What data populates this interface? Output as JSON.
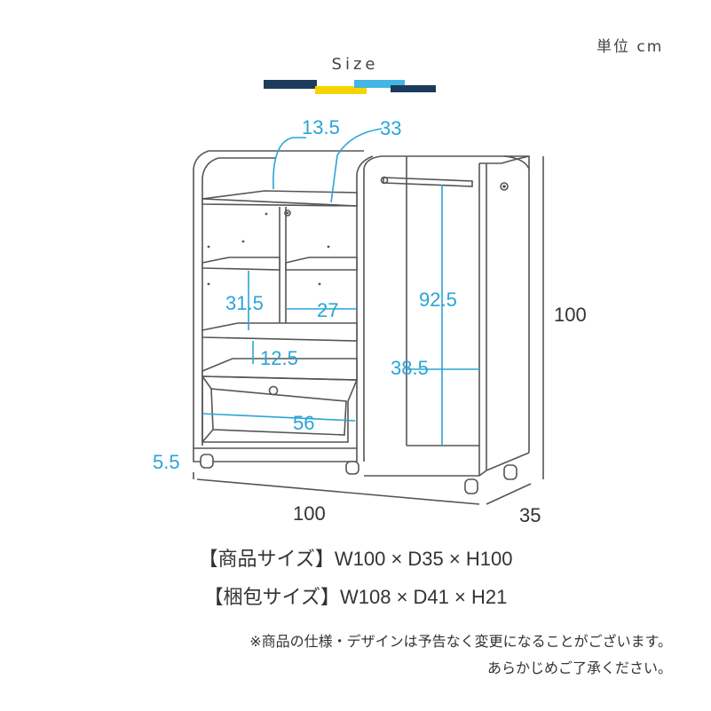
{
  "unit_label": "単位 cm",
  "size_title": "Size",
  "colors": {
    "navy": "#1d3b5c",
    "yellow": "#f5d400",
    "sky": "#45b4e6",
    "dim_blue": "#2aa4d8"
  },
  "dimensions": {
    "top_shelf_depth": "13.5",
    "top_shelf_width": "33",
    "left_cube_height": "31.5",
    "right_cube_width": "27",
    "lower_opening": "12.5",
    "hanger_height": "92.5",
    "hanger_width": "38.5",
    "drawer_width": "56",
    "caster_height": "5.5",
    "total_width": "100",
    "total_depth": "35",
    "total_height": "100"
  },
  "specs": {
    "product_size": "【商品サイズ】W100 × D35 × H100",
    "package_size": "【梱包サイズ】W108 × D41 × H21"
  },
  "notes": {
    "line1": "※商品の仕様・デザインは予告なく変更になることがございます。",
    "line2": "あらかじめご了承ください。"
  }
}
